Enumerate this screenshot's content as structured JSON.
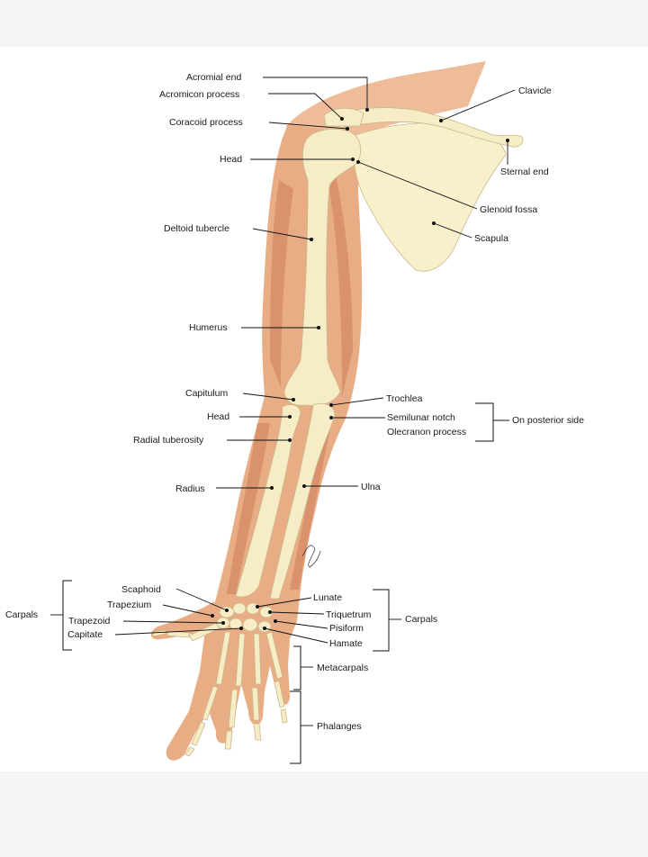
{
  "diagram": {
    "labels": {
      "acromial_end": "Acromial end",
      "acromion_process": "Acromicon process",
      "coracoid_process": "Coracoid process",
      "head_humerus": "Head",
      "clavicle": "Clavicle",
      "sternal_end": "Sternal end",
      "glenoid_fossa": "Glenoid fossa",
      "scapula": "Scapula",
      "deltoid_tubercle": "Deltoid tubercle",
      "humerus": "Humerus",
      "capitulum": "Capitulum",
      "trochlea": "Trochlea",
      "head_radius": "Head",
      "semilunar_notch": "Semilunar notch",
      "olecranon_process": "Olecranon process",
      "on_posterior_side": "On posterior side",
      "radial_tuberosity": "Radial tuberosity",
      "radius": "Radius",
      "ulna": "Ulna",
      "scaphoid": "Scaphoid",
      "trapezium": "Trapezium",
      "trapezoid": "Trapezoid",
      "capitate": "Capitate",
      "carpals_left": "Carpals",
      "lunate": "Lunate",
      "triquetrum": "Triquetrum",
      "pisiform": "Pisiform",
      "hamate": "Hamate",
      "carpals_right": "Carpals",
      "metacarpals": "Metacarpals",
      "phalanges": "Phalanges"
    },
    "colors": {
      "skin": "#e9b48c",
      "muscle": "#d8906a",
      "bone": "#f6ecc6",
      "bone_outline": "#c9b889",
      "scapula": "#f8efcb"
    }
  }
}
